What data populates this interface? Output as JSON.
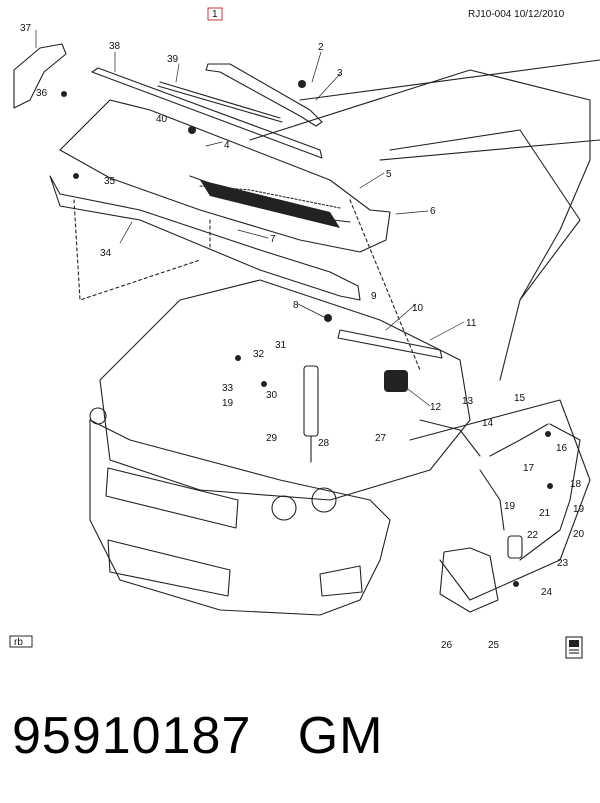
{
  "header": {
    "ref": "RJ10-004 10/12/2010"
  },
  "callouts": [
    "1",
    "2",
    "3",
    "4",
    "5",
    "6",
    "7",
    "8",
    "9",
    "10",
    "11",
    "12",
    "13",
    "14",
    "15",
    "16",
    "17",
    "18",
    "19",
    "19",
    "19",
    "20",
    "21",
    "22",
    "23",
    "24",
    "25",
    "26",
    "27",
    "28",
    "29",
    "30",
    "31",
    "32",
    "33",
    "34",
    "35",
    "36",
    "37",
    "38",
    "39",
    "40"
  ],
  "badges": {
    "rb": "rb"
  },
  "footer": {
    "part_number": "95910187",
    "brand": "GM"
  }
}
